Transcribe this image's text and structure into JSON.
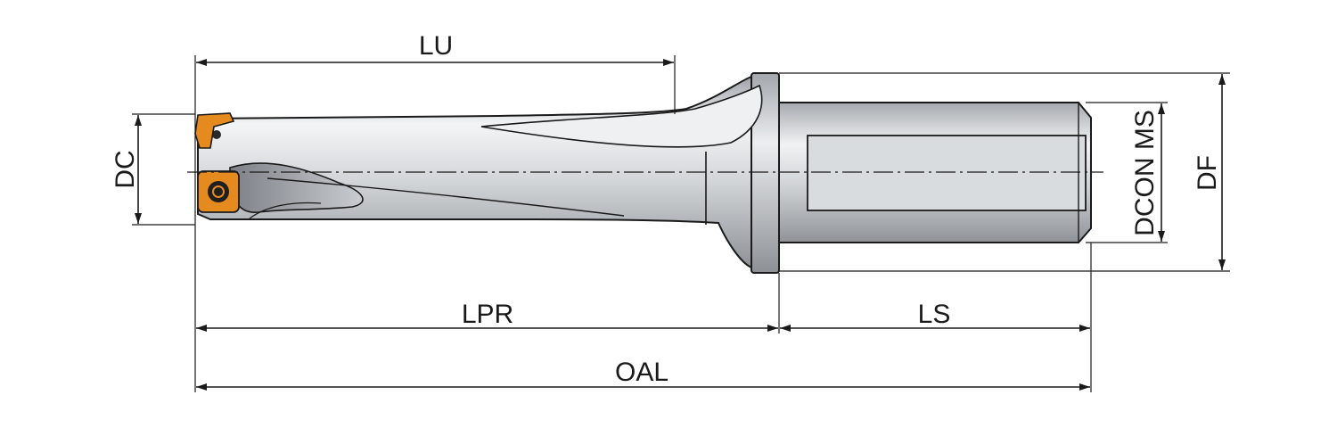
{
  "dimensions": {
    "lu": "LU",
    "dc": "DC",
    "lpr": "LPR",
    "ls": "LS",
    "oal": "OAL",
    "dcon_ms": "DCON MS",
    "df": "DF"
  },
  "colors": {
    "insert": "#e58a1f",
    "body": "#cfd2d6",
    "shank": "#cfd2d6",
    "outline": "#1a1a1a"
  }
}
